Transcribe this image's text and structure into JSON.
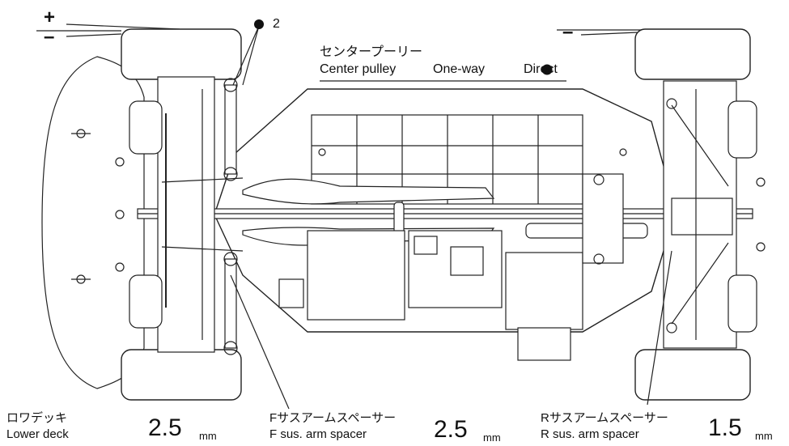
{
  "marks": {
    "plus": "+",
    "minus_left": "–",
    "minus_right": "–",
    "number_marker": "2"
  },
  "center_pulley": {
    "jp": "センタープーリー",
    "en": "Center pulley",
    "option_oneway": "One-way",
    "option_direct": "Direct",
    "selected": "Direct"
  },
  "settings": [
    {
      "jp": "ロワデッキ",
      "en": "Lower deck",
      "value": "2.5",
      "unit": "mm"
    },
    {
      "jp": "Fサスアームスペーサー",
      "en": "F sus. arm spacer",
      "value": "2.5",
      "unit": "mm"
    },
    {
      "jp": "Rサスアームスペーサー",
      "en": "R sus. arm spacer",
      "value": "1.5",
      "unit": "mm"
    }
  ],
  "icons": [
    "chassis-diagram",
    "selection-dot-icon"
  ]
}
